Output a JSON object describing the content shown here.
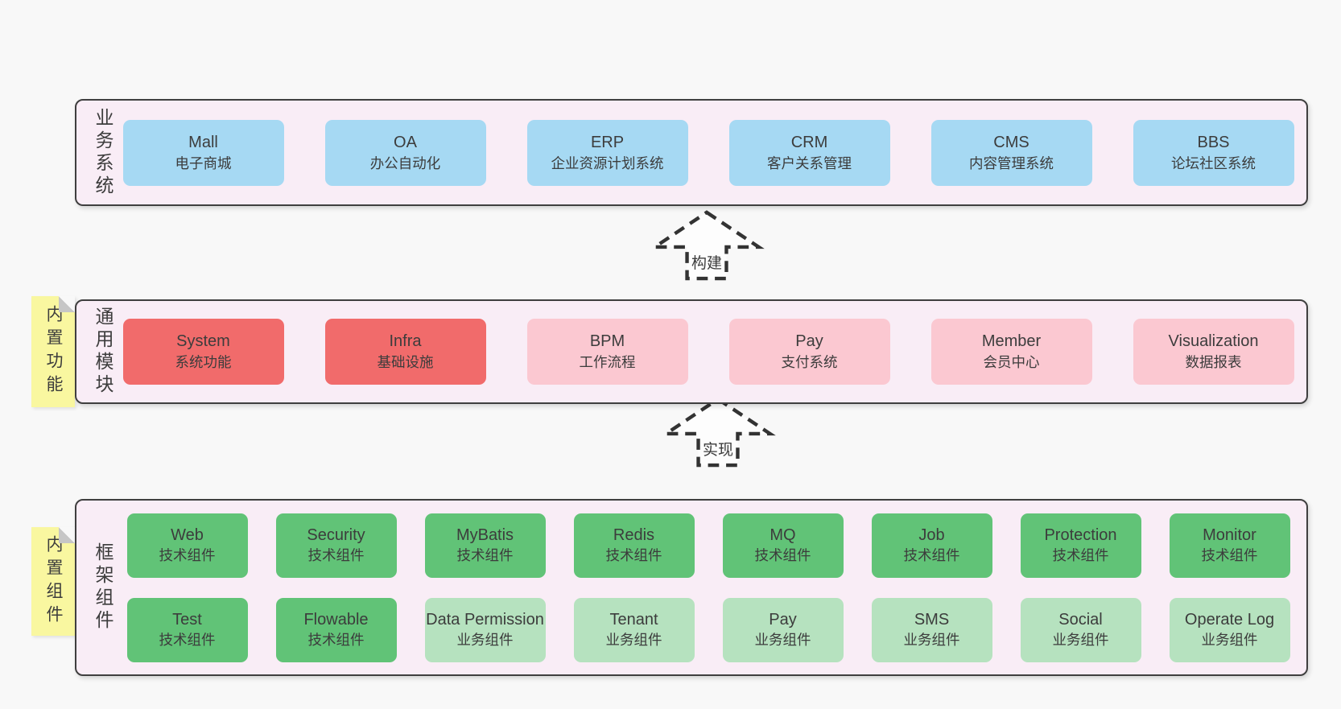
{
  "colors": {
    "page_bg": "#f8f8f8",
    "section_bg": "#f9edf6",
    "section_border": "#3f3f3f",
    "blue": "#a6d9f3",
    "red": "#f16b6b",
    "pink": "#fbc8d1",
    "green": "#61c377",
    "light_green": "#b6e2bf",
    "yellow": "#f9f7a0",
    "fold": "#c6c6c6",
    "text": "#3c3c3c"
  },
  "arrows": [
    {
      "id": "build",
      "label": "构建"
    },
    {
      "id": "implement",
      "label": "实现"
    }
  ],
  "sections": {
    "business": {
      "label": "业务系统",
      "boxes": [
        {
          "title": "Mall",
          "subtitle": "电子商城",
          "variant": "blue"
        },
        {
          "title": "OA",
          "subtitle": "办公自动化",
          "variant": "blue"
        },
        {
          "title": "ERP",
          "subtitle": "企业资源计划系统",
          "variant": "blue"
        },
        {
          "title": "CRM",
          "subtitle": "客户关系管理",
          "variant": "blue"
        },
        {
          "title": "CMS",
          "subtitle": "内容管理系统",
          "variant": "blue"
        },
        {
          "title": "BBS",
          "subtitle": "论坛社区系统",
          "variant": "blue"
        }
      ]
    },
    "modules": {
      "label": "通用模块",
      "note": "内置功能",
      "boxes": [
        {
          "title": "System",
          "subtitle": "系统功能",
          "variant": "red"
        },
        {
          "title": "Infra",
          "subtitle": "基础设施",
          "variant": "red"
        },
        {
          "title": "BPM",
          "subtitle": "工作流程",
          "variant": "pink"
        },
        {
          "title": "Pay",
          "subtitle": "支付系统",
          "variant": "pink"
        },
        {
          "title": "Member",
          "subtitle": "会员中心",
          "variant": "pink"
        },
        {
          "title": "Visualization",
          "subtitle": "数据报表",
          "variant": "pink"
        }
      ]
    },
    "components": {
      "label": "框架组件",
      "note": "内置组件",
      "rows": [
        [
          {
            "title": "Web",
            "subtitle": "技术组件",
            "variant": "green"
          },
          {
            "title": "Security",
            "subtitle": "技术组件",
            "variant": "green"
          },
          {
            "title": "MyBatis",
            "subtitle": "技术组件",
            "variant": "green"
          },
          {
            "title": "Redis",
            "subtitle": "技术组件",
            "variant": "green"
          },
          {
            "title": "MQ",
            "subtitle": "技术组件",
            "variant": "green"
          },
          {
            "title": "Job",
            "subtitle": "技术组件",
            "variant": "green"
          },
          {
            "title": "Protection",
            "subtitle": "技术组件",
            "variant": "green"
          },
          {
            "title": "Monitor",
            "subtitle": "技术组件",
            "variant": "green"
          }
        ],
        [
          {
            "title": "Test",
            "subtitle": "技术组件",
            "variant": "green"
          },
          {
            "title": "Flowable",
            "subtitle": "技术组件",
            "variant": "green"
          },
          {
            "title": "Data Permission",
            "subtitle": "业务组件",
            "variant": "lightgreen"
          },
          {
            "title": "Tenant",
            "subtitle": "业务组件",
            "variant": "lightgreen"
          },
          {
            "title": "Pay",
            "subtitle": "业务组件",
            "variant": "lightgreen"
          },
          {
            "title": "SMS",
            "subtitle": "业务组件",
            "variant": "lightgreen"
          },
          {
            "title": "Social",
            "subtitle": "业务组件",
            "variant": "lightgreen"
          },
          {
            "title": "Operate Log",
            "subtitle": "业务组件",
            "variant": "lightgreen"
          }
        ]
      ]
    }
  }
}
